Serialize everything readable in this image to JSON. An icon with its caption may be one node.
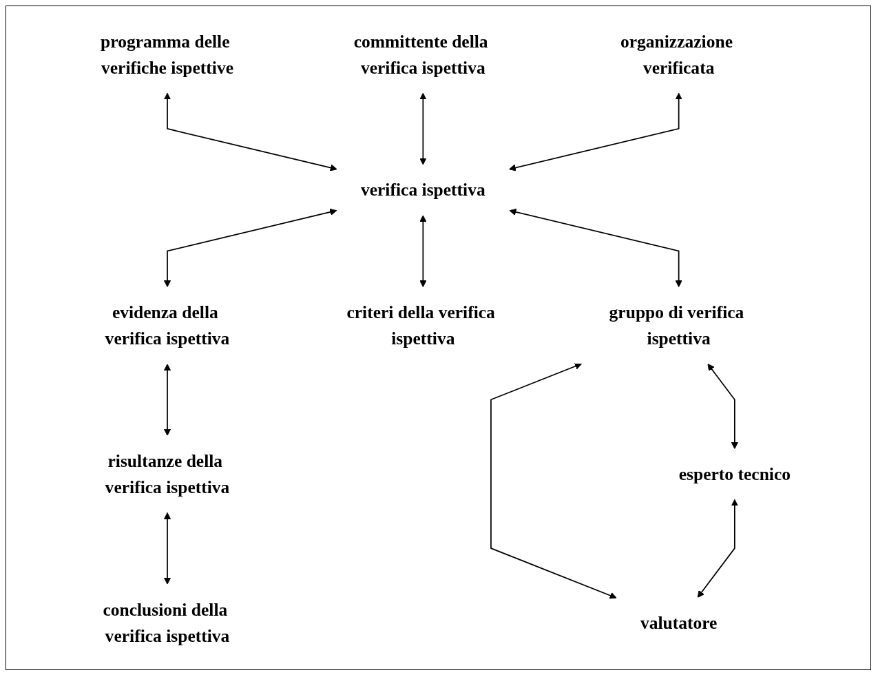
{
  "diagram": {
    "nodes": [
      {
        "text": [
          "programma delle verifiche ispettive"
        ]
      },
      {
        "text": [
          "committente della verifica ispettiva"
        ]
      },
      {
        "text": [
          "organizzazione verificata"
        ]
      },
      {
        "text": [
          "verifica ispettiva"
        ]
      },
      {
        "text": [
          "evidenza della verifica ispettiva"
        ]
      },
      {
        "text": [
          "criteri della verifica ispettiva"
        ]
      },
      {
        "text": [
          "gruppo di verifica ispettiva"
        ]
      },
      {
        "text": [
          "risultanze della verifica ispettiva"
        ]
      },
      {
        "text": [
          "esperto tecnico"
        ]
      },
      {
        "text": [
          "valutatore"
        ]
      },
      {
        "text": [
          "conclusioni della verifica ispettiva"
        ]
      }
    ],
    "edges": [
      {
        "from": 0,
        "to": 3,
        "arrow": "both"
      },
      {
        "from": 1,
        "to": 3,
        "arrow": "both"
      },
      {
        "from": 2,
        "to": 3,
        "arrow": "both"
      },
      {
        "from": 3,
        "to": 4,
        "arrow": "both"
      },
      {
        "from": 3,
        "to": 5,
        "arrow": "both"
      },
      {
        "from": 3,
        "to": 6,
        "arrow": "both"
      },
      {
        "from": 4,
        "to": 7,
        "arrow": "both"
      },
      {
        "from": 6,
        "to": 8,
        "arrow": "both"
      },
      {
        "from": 6,
        "to": 9,
        "arrow": "both"
      },
      {
        "from": 8,
        "to": 9,
        "arrow": "both"
      },
      {
        "from": 7,
        "to": 10,
        "arrow": "both"
      }
    ]
  }
}
